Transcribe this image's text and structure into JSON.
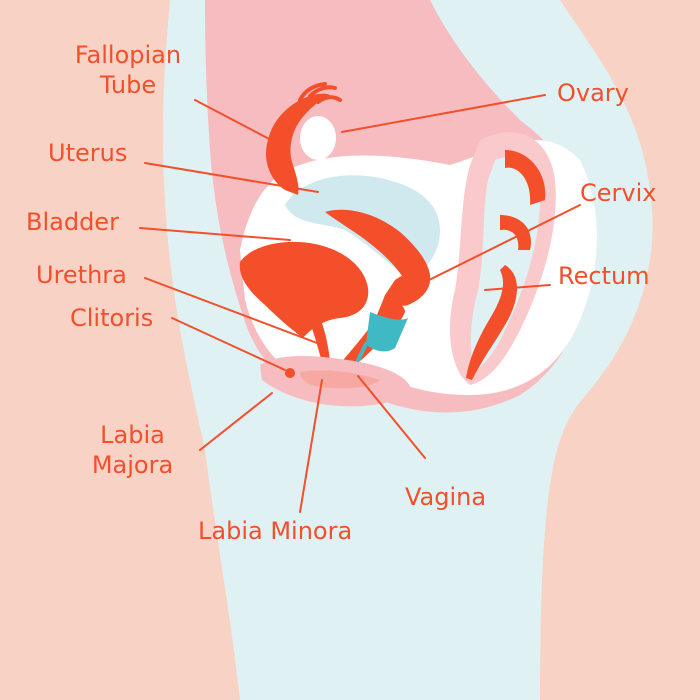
{
  "colors": {
    "background": "#f9d2c6",
    "body_pink": "#f6bcc0",
    "pelvis_pink": "#f9c9cc",
    "inner_white": "#ffffff",
    "skin_blue": "#dff1f3",
    "organ_red": "#f24f2a",
    "cup_teal": "#3fb9c4",
    "label_color": "#f24f2a"
  },
  "labels": {
    "fallopian_tube": {
      "line1": "Fallopian",
      "line2": "Tube"
    },
    "ovary": "Ovary",
    "uterus": "Uterus",
    "cervix": "Cervix",
    "bladder": "Bladder",
    "rectum": "Rectum",
    "urethra": "Urethra",
    "clitoris": "Clitoris",
    "labia_majora": {
      "line1": "Labia",
      "line2": "Majora"
    },
    "vagina": "Vagina",
    "labia_minora": "Labia Minora"
  },
  "icons": {
    "menstrual_cup": "menstrual-cup-icon"
  }
}
